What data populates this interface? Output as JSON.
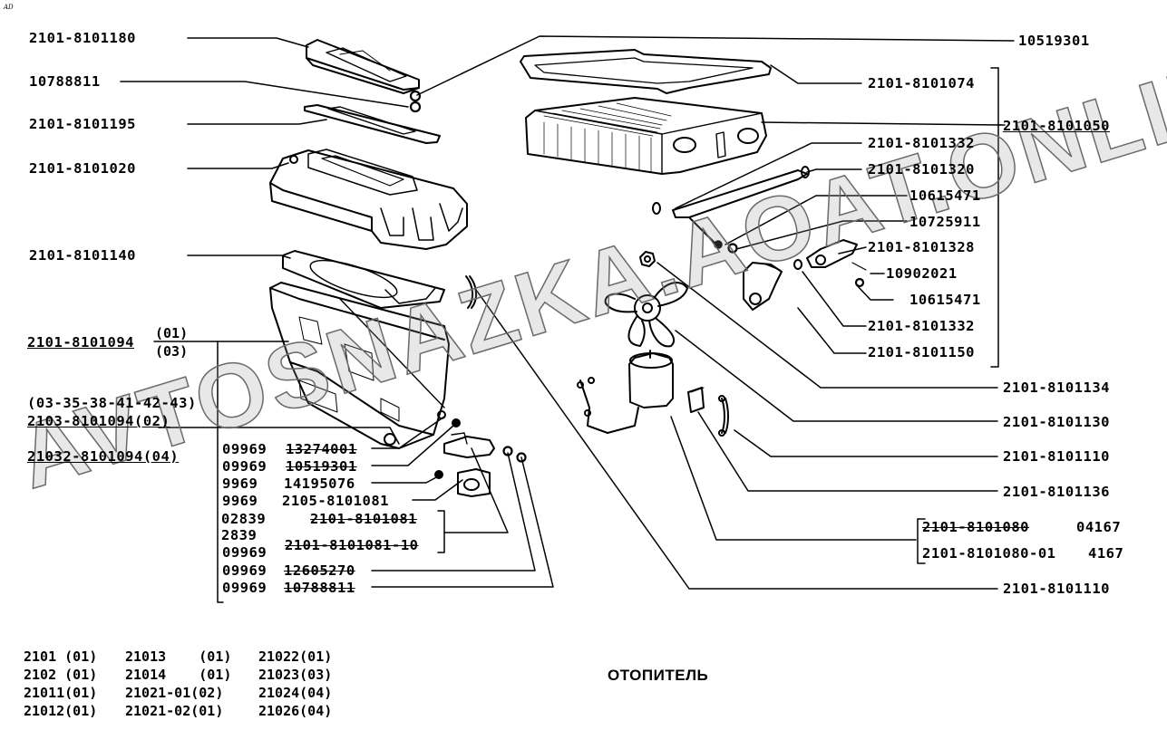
{
  "corner_mark": "AD",
  "title": "ОТОПИТЕЛЬ",
  "watermark": "AVTOSNAZKA.AOAT.ONLINE",
  "left_labels": [
    {
      "id": "l1",
      "text": "2101-8101180",
      "style": ""
    },
    {
      "id": "l2",
      "text": "10788811",
      "style": ""
    },
    {
      "id": "l3",
      "text": "2101-8101195",
      "style": ""
    },
    {
      "id": "l4",
      "text": "2101-8101020",
      "style": ""
    },
    {
      "id": "l5",
      "text": "2101-8101140",
      "style": ""
    },
    {
      "id": "l6",
      "text": "2101-8101094",
      "style": "ul"
    },
    {
      "id": "l7",
      "text": "(03-35-38-41-42-43)",
      "style": ""
    },
    {
      "id": "l8",
      "text": "2103-8101094(02)",
      "style": "ul"
    },
    {
      "id": "l9",
      "text": "21032-8101094(04)",
      "style": "ul"
    }
  ],
  "l6_variants": [
    "(01)",
    "(03)"
  ],
  "valve_block": [
    {
      "prefix": "09969",
      "part": "13274001",
      "style": "st"
    },
    {
      "prefix": "09969",
      "part": "10519301",
      "style": "st"
    },
    {
      "prefix": "9969",
      "part": "14195076",
      "style": ""
    },
    {
      "prefix": "9969",
      "part": "2105-8101081",
      "style": ""
    },
    {
      "prefix": "02839",
      "part": "2101-8101081",
      "style": "st"
    },
    {
      "prefix": "2839",
      "part": "",
      "style": ""
    },
    {
      "prefix": "09969",
      "part": "2101-8101081-10",
      "style": "st"
    },
    {
      "prefix": "09969",
      "part": "12605270",
      "style": "st"
    },
    {
      "prefix": "09969",
      "part": "10788811",
      "style": "st"
    }
  ],
  "right_labels": [
    {
      "id": "r1",
      "text": "10519301",
      "style": ""
    },
    {
      "id": "r2",
      "text": "2101-8101074",
      "style": ""
    },
    {
      "id": "r3",
      "text": "2101-8101050",
      "style": "ul"
    },
    {
      "id": "r4",
      "text": "2101-8101332",
      "style": ""
    },
    {
      "id": "r5",
      "text": "2101-8101320",
      "style": ""
    },
    {
      "id": "r6",
      "text": "10615471",
      "style": ""
    },
    {
      "id": "r7",
      "text": "10725911",
      "style": ""
    },
    {
      "id": "r8",
      "text": "2101-8101328",
      "style": ""
    },
    {
      "id": "r9",
      "text": "10902021",
      "style": ""
    },
    {
      "id": "r10",
      "text": "10615471",
      "style": ""
    },
    {
      "id": "r11",
      "text": "2101-8101332",
      "style": ""
    },
    {
      "id": "r12",
      "text": "2101-8101150",
      "style": ""
    },
    {
      "id": "r13",
      "text": "2101-8101134",
      "style": ""
    },
    {
      "id": "r14",
      "text": "2101-8101130",
      "style": ""
    },
    {
      "id": "r15",
      "text": "2101-8101110",
      "style": ""
    },
    {
      "id": "r16",
      "text": "2101-8101136",
      "style": ""
    },
    {
      "id": "r17a",
      "text": "2101-8101080",
      "style": "st"
    },
    {
      "id": "r17a_code",
      "text": "04167",
      "style": ""
    },
    {
      "id": "r17b",
      "text": "2101-8101080-01",
      "style": ""
    },
    {
      "id": "r17b_code",
      "text": "4167",
      "style": ""
    },
    {
      "id": "r18",
      "text": "2101-8101110",
      "style": ""
    }
  ],
  "models": [
    [
      "2101 (01)",
      "21013    (01)",
      "21022(01)"
    ],
    [
      "2102 (01)",
      "21014    (01)",
      "21023(03)"
    ],
    [
      "21011(01)",
      "21021-01(02)",
      "21024(04)"
    ],
    [
      "21012(01)",
      "21021-02(01)",
      "21026(04)"
    ]
  ]
}
